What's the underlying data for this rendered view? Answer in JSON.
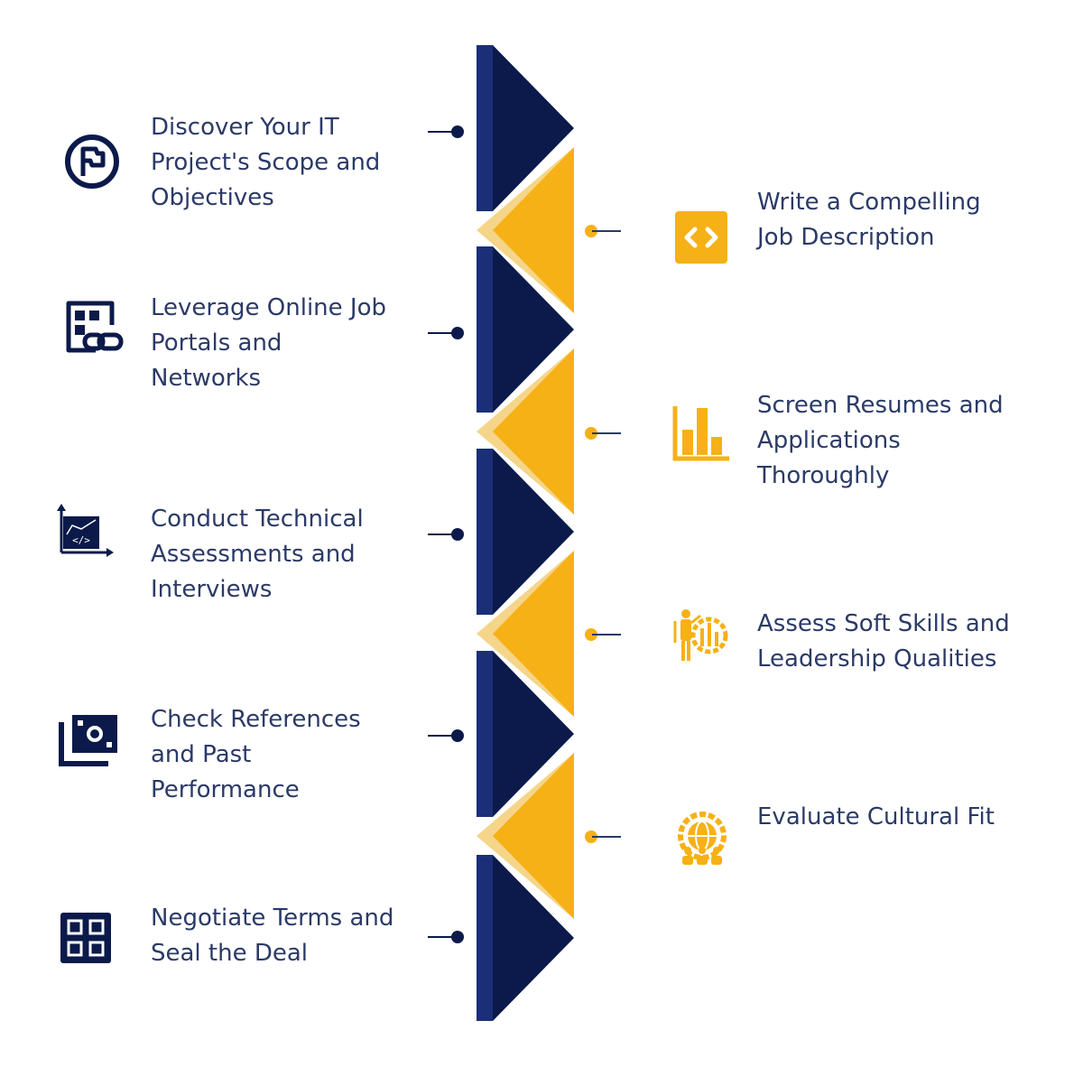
{
  "colors": {
    "navy": "#0b1a4a",
    "navy_stripe": "#1b2f78",
    "gold": "#f6b116",
    "gold_light": "#f5d58a",
    "text": "#2b3a67"
  },
  "steps_left": [
    {
      "text": "Discover Your IT Project's Scope and Objectives",
      "icon": "flag-circle-icon"
    },
    {
      "text": "Leverage Online Job Portals and Networks",
      "icon": "portal-link-icon"
    },
    {
      "text": "Conduct Technical Assessments and Interviews",
      "icon": "code-chart-icon"
    },
    {
      "text": "Check References and Past Performance",
      "icon": "cash-stack-icon"
    },
    {
      "text": "Negotiate Terms and Seal the Deal",
      "icon": "grid-panel-icon"
    }
  ],
  "steps_right": [
    {
      "text": "Write a Compelling Job Description",
      "icon": "code-brackets-icon"
    },
    {
      "text": "Screen Resumes and Applications Thoroughly",
      "icon": "bar-chart-icon"
    },
    {
      "text": "Assess Soft Skills and Leadership Qualities",
      "icon": "presenter-gear-icon"
    },
    {
      "text": "Evaluate Cultural Fit",
      "icon": "team-globe-icon"
    }
  ]
}
